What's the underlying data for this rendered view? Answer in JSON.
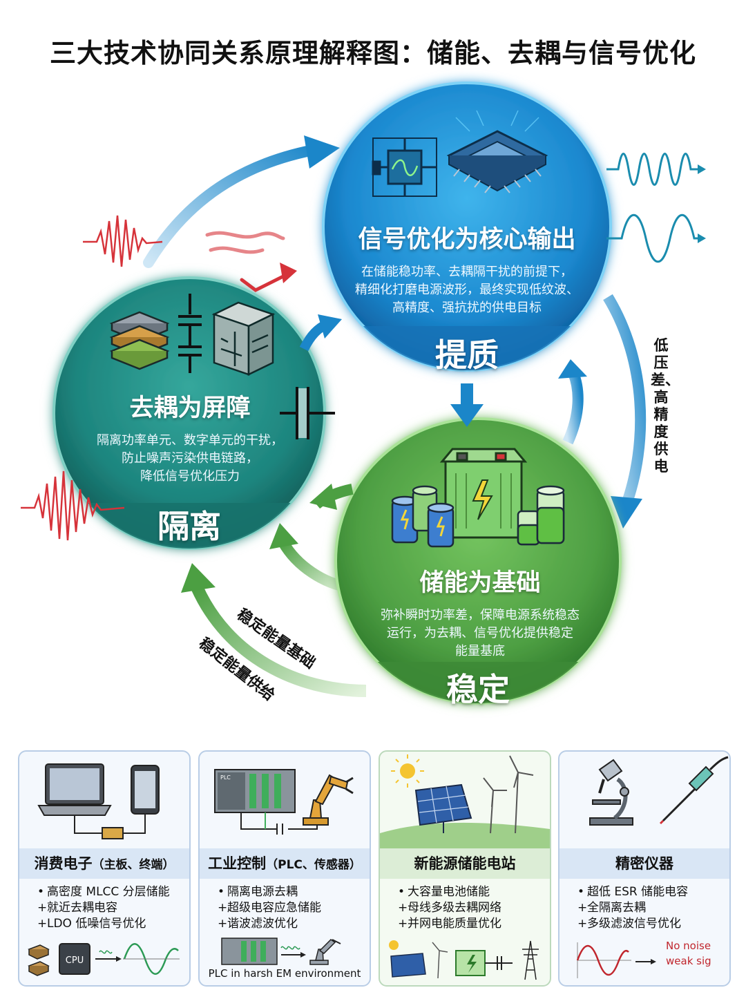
{
  "title": "三大技术协同关系原理解释图：储能、去耦与信号优化",
  "colors": {
    "signal_blue": "#1e88d2",
    "decouple_teal": "#1f8a82",
    "storage_green": "#4ea044",
    "noise_red": "#d6333a"
  },
  "circles": {
    "signal": {
      "title": "信号优化为核心输出",
      "desc": [
        "在储能稳功率、去耦隔干扰的前提下，",
        "精细化打磨电源波形，最终实现低纹波、",
        "高精度、强抗扰的供电目标"
      ],
      "band": "提质"
    },
    "decouple": {
      "title": "去耦为屏障",
      "desc": [
        "隔离功率单元、数字单元的干扰，",
        "防止噪声污染供电链路，",
        "降低信号优化压力"
      ],
      "band": "隔离"
    },
    "storage": {
      "title": "储能为基础",
      "desc": [
        "弥补瞬时功率差，保障电源系统稳态",
        "运行，为去耦、信号优化提供稳定",
        "能量基底"
      ],
      "band": "稳定"
    }
  },
  "arrow_labels": {
    "right": "低压差、高精度供电",
    "inner_curve": "稳定能量基础",
    "outer_curve": "稳定能量供给"
  },
  "icons": {
    "signal": [
      "circuit-oscillator-icon",
      "chip-icon",
      "sine-wave-output-icon"
    ],
    "decouple": [
      "mlcc-layer-stack-icon",
      "capacitor-icon",
      "capacitor-array-icon"
    ],
    "storage": [
      "battery-pack-icon",
      "cylinder-battery-icon"
    ]
  },
  "cards": [
    {
      "title": "消费电子",
      "subtitle": "（主板、终端）",
      "items": [
        "高密度 MLCC 分层储能",
        "就近去耦电容",
        "LDO 低噪信号优化"
      ],
      "markers": [
        "•",
        "+",
        "+"
      ],
      "chip_label": "CPU"
    },
    {
      "title": "工业控制",
      "subtitle": "（PLC、传感器）",
      "items": [
        "隔离电源去耦",
        "超级电容应急储能",
        "谐波滤波优化"
      ],
      "markers": [
        "•",
        "+",
        "+"
      ],
      "plc_label": "PLC",
      "caption": "PLC in harsh EM environment"
    },
    {
      "title": "新能源储能电站",
      "subtitle": "",
      "items": [
        "大容量电池储能",
        "母线多级去耦网络",
        "并网电能质量优化"
      ],
      "markers": [
        "•",
        "+",
        "+"
      ]
    },
    {
      "title": "精密仪器",
      "subtitle": "",
      "items": [
        "超低 ESR 储能电容",
        "全隔离去耦",
        "多级滤波信号优化"
      ],
      "markers": [
        "•",
        "+",
        "+"
      ],
      "noise_text": [
        "No noise",
        "weak sig"
      ]
    }
  ]
}
